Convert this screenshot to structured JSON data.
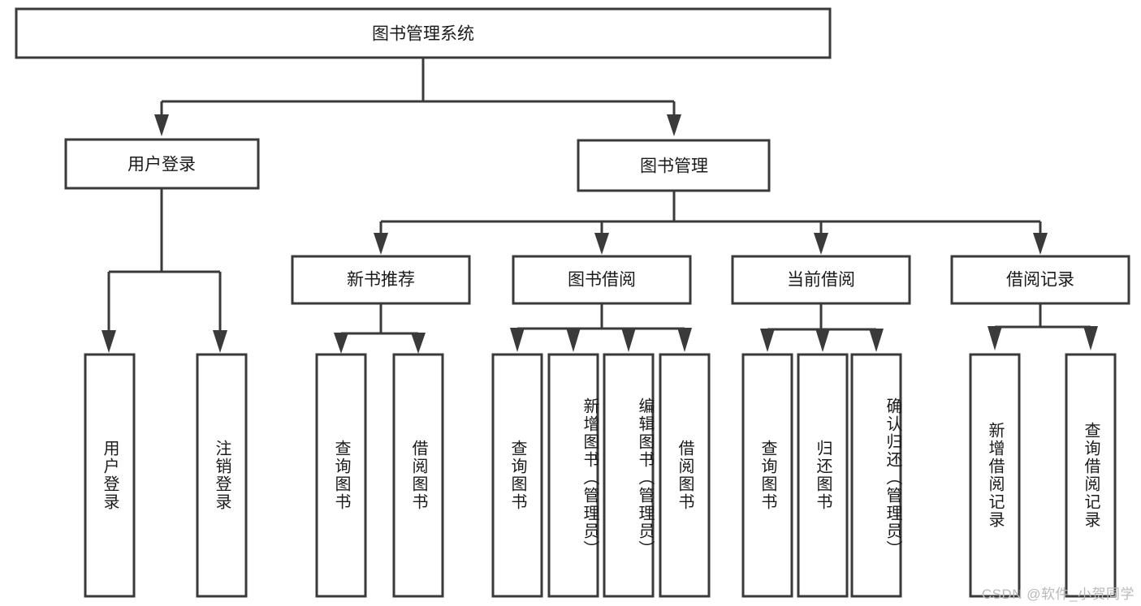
{
  "diagram": {
    "type": "hierarchy-tree",
    "title": "图书管理系统",
    "orientation": "top-down",
    "colors": {
      "stroke": "#3a3a3a",
      "fill": "#ffffff",
      "text": "#1a1a1a",
      "watermark": "#b9b9b9"
    },
    "root": {
      "label": "图书管理系统"
    },
    "level2": [
      {
        "label": "用户登录"
      },
      {
        "label": "图书管理"
      }
    ],
    "level3": [
      {
        "label": "新书推荐"
      },
      {
        "label": "图书借阅"
      },
      {
        "label": "当前借阅"
      },
      {
        "label": "借阅记录"
      }
    ],
    "leaves": {
      "user_login": [
        {
          "label": "用户登录"
        },
        {
          "label": "注销登录"
        }
      ],
      "new_book_recommend": [
        {
          "label": "查询图书"
        },
        {
          "label": "借阅图书"
        }
      ],
      "book_borrow": [
        {
          "label": "查询图书"
        },
        {
          "label": "新增图书（管理员）"
        },
        {
          "label": "编辑图书（管理员）"
        },
        {
          "label": "借阅图书"
        }
      ],
      "current_borrow": [
        {
          "label": "查询图书"
        },
        {
          "label": "归还图书"
        },
        {
          "label": "确认归还（管理员）"
        }
      ],
      "borrow_record": [
        {
          "label": "新增借阅记录"
        },
        {
          "label": "查询借阅记录"
        }
      ]
    }
  },
  "watermark": {
    "text": "CSDN @软件_小贺同学"
  }
}
